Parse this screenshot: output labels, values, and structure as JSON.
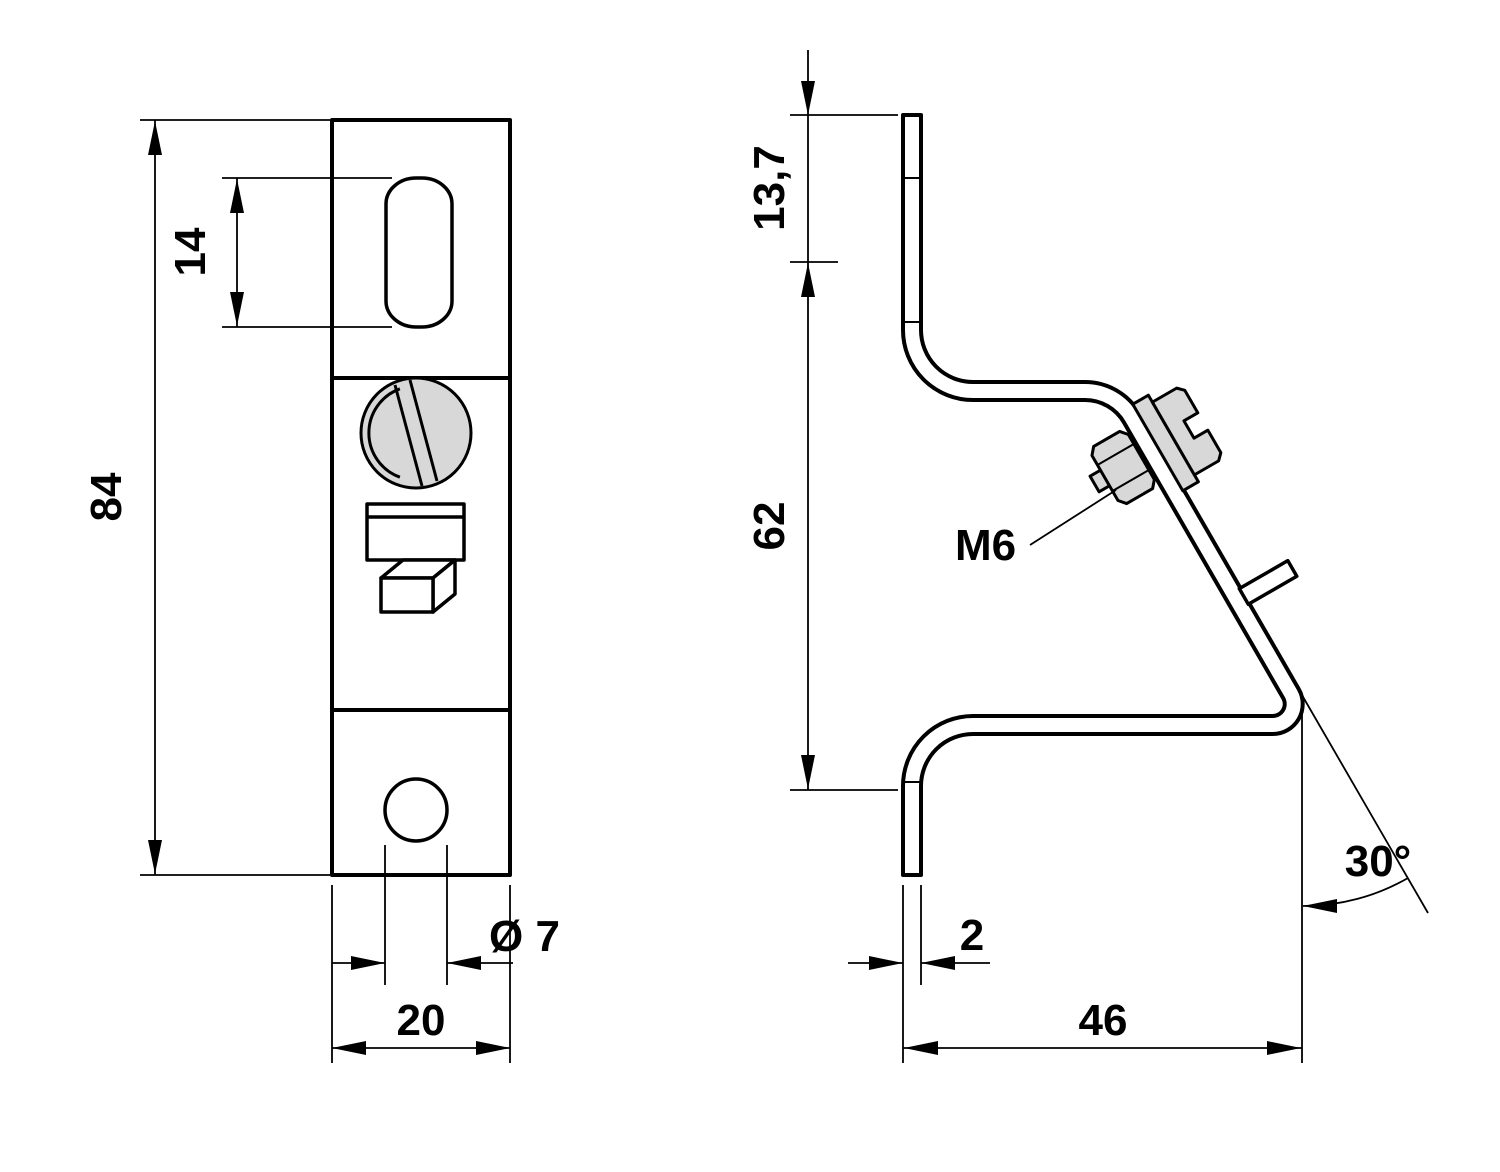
{
  "drawing": {
    "front_view": {
      "dim_height": "84",
      "dim_slot": "14",
      "dim_width": "20",
      "dim_hole": "Ø 7"
    },
    "side_view": {
      "dim_top": "13,7",
      "dim_mid": "62",
      "dim_thickness": "2",
      "dim_depth": "46",
      "label_thread": "M6",
      "dim_angle": "30°"
    },
    "colors": {
      "line": "#000000",
      "metal_fill": "#d8d8d8",
      "background": "#ffffff"
    }
  }
}
